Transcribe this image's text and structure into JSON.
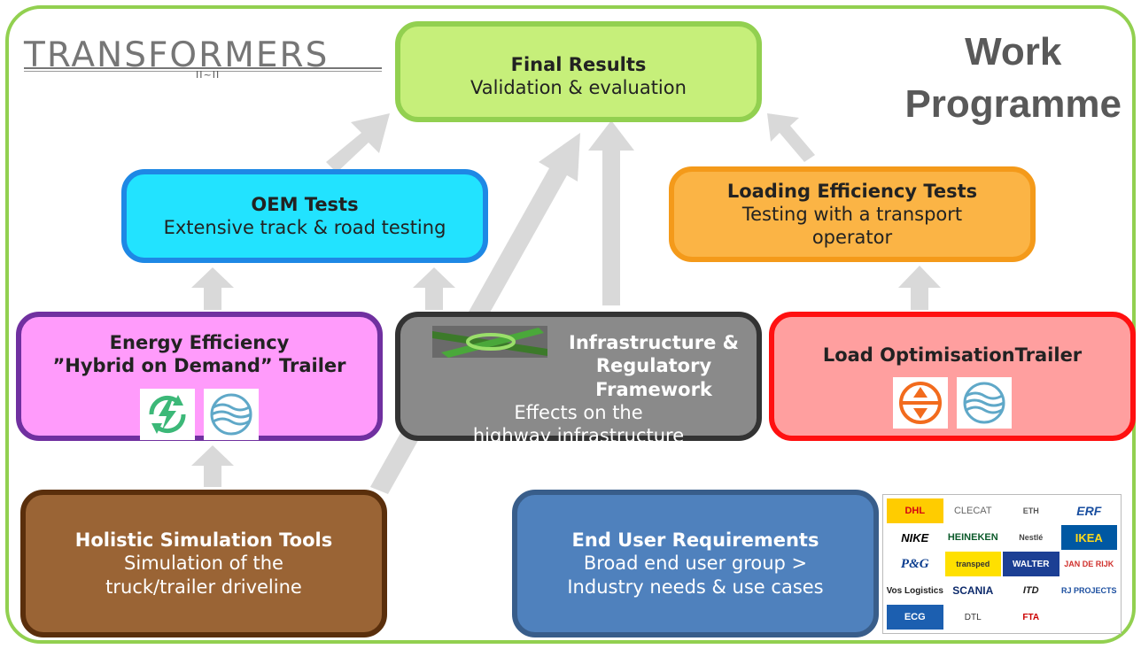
{
  "brand": {
    "logo_text": "TRANSFORMERS",
    "logo_sub": "II~II"
  },
  "heading": {
    "line1": "Work",
    "line2": "Programme"
  },
  "boxes": {
    "final": {
      "title": "Final Results",
      "lines": [
        "Validation & evaluation"
      ]
    },
    "oem": {
      "title": "OEM Tests",
      "lines": [
        "Extensive track & road testing"
      ]
    },
    "loading": {
      "title": "Loading Efficiency Tests",
      "lines": [
        "Testing with a transport",
        "operator"
      ]
    },
    "energy": {
      "title1": "Energy Efficiency",
      "title2": "”Hybrid on Demand” Trailer"
    },
    "infra": {
      "title1": "Infrastructure &",
      "title2": "Regulatory Framework",
      "lines": [
        "Effects on the",
        "highway infrastructure"
      ]
    },
    "load": {
      "title": "Load OptimisationTrailer"
    },
    "holistic": {
      "title": "Holistic Simulation Tools",
      "lines": [
        "Simulation  of the",
        "truck/trailer driveline"
      ]
    },
    "enduser": {
      "title": "End User Requirements",
      "lines": [
        "Broad end user group >",
        "Industry needs & use cases"
      ]
    }
  },
  "partner_logos": [
    "DHL",
    "CLECAT",
    "ETH",
    "ERF",
    "NIKE",
    "HEINEKEN",
    "Nestlé",
    "IKEA",
    "P&G",
    "transped",
    "WALTER",
    "JAN DE RIJK",
    "Vos Logistics",
    "SCANIA",
    "ITD",
    "RJ PROJECTS",
    "ECG",
    "DTL",
    "FTA"
  ],
  "colors": {
    "frame": "#92d050",
    "final_fill": "#c6ef7a",
    "oem_fill": "#22e3ff",
    "loading_fill": "#fbb445",
    "energy_fill": "#ff9bfb",
    "infra_fill": "#8a8a8a",
    "load_fill": "#ff9f9f",
    "holistic_fill": "#9a6435",
    "enduser_fill": "#4f81bd",
    "arrow": "#d9d9d9"
  }
}
